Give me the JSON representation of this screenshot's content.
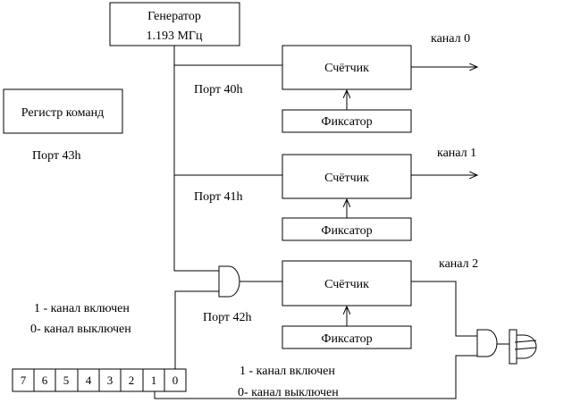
{
  "generator": {
    "line1": "Генератор",
    "line2": "1.193 МГц"
  },
  "command_register": {
    "label": "Регистр команд",
    "port": "Порт 43h"
  },
  "channels": [
    {
      "counter": "Счётчик",
      "latch": "Фиксатор",
      "port": "Порт 40h",
      "output": "канал 0"
    },
    {
      "counter": "Счётчик",
      "latch": "Фиксатор",
      "port": "Порт 41h",
      "output": "канал 1"
    },
    {
      "counter": "Счётчик",
      "latch": "Фиксатор",
      "port": "Порт 42h",
      "output": "канал 2"
    }
  ],
  "gate_note": {
    "on": "1 - канал включен",
    "off": "0- канал выключен"
  },
  "speaker_note": {
    "on": "1 - канал включен",
    "off": "0- канал выключен"
  },
  "bits": [
    "7",
    "6",
    "5",
    "4",
    "3",
    "2",
    "1",
    "0"
  ]
}
